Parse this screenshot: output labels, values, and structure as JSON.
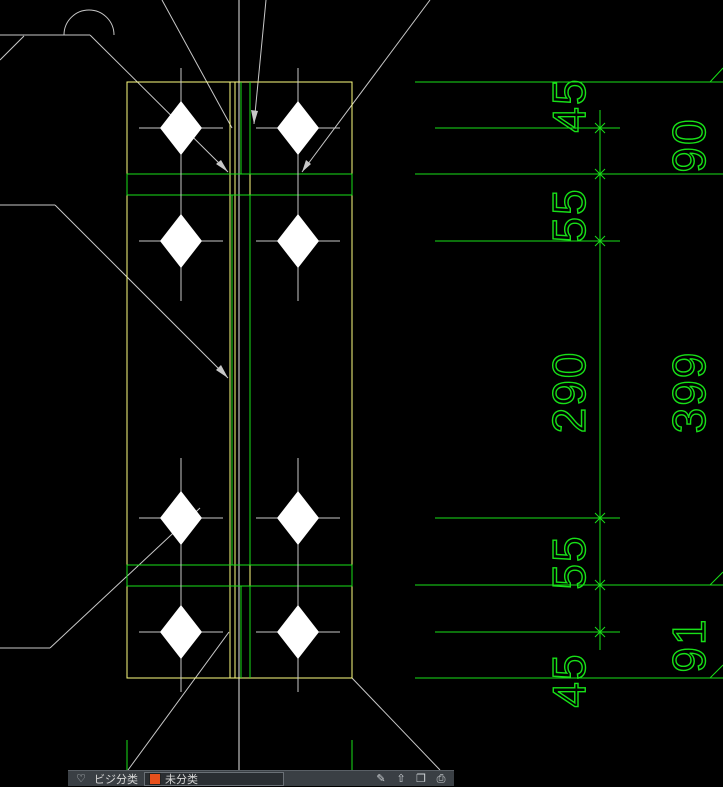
{
  "dimensions": {
    "left_column": [
      "45",
      "55",
      "290",
      "55",
      "45"
    ],
    "right_column": [
      "90",
      "399",
      "91"
    ]
  },
  "toolbar": {
    "label": "ビジ分类",
    "layer_name": "未分类",
    "icons": [
      "heart-outline-icon",
      "edit-icon",
      "upload-icon",
      "copy-icon",
      "print-icon"
    ]
  },
  "colors": {
    "background": "#000000",
    "outline": "#ffff80",
    "dimension": "#18e018",
    "leader": "#c8c8c8",
    "bolt": "#ffffff",
    "layer_swatch": "#e8501c"
  }
}
